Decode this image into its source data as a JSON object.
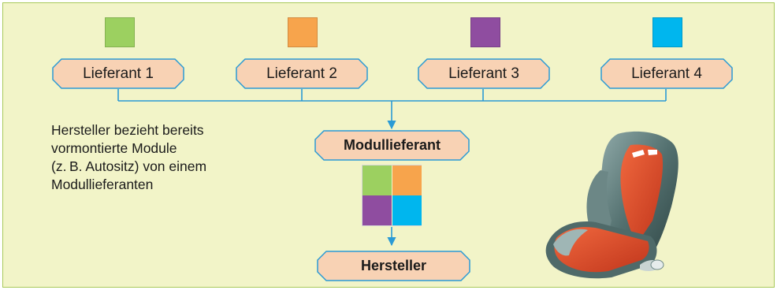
{
  "colors": {
    "background": "#f2f4c8",
    "node_fill": "#f8d2b4",
    "node_border": "#2a9ad5",
    "connector": "#2a9ad5",
    "module_1": "#9cd060",
    "module_2": "#f7a44c",
    "module_3": "#8f4da0",
    "module_4": "#00b6ee"
  },
  "suppliers": [
    {
      "label": "Lieferant 1",
      "color": "#9cd060"
    },
    {
      "label": "Lieferant 2",
      "color": "#f7a44c"
    },
    {
      "label": "Lieferant 3",
      "color": "#8f4da0"
    },
    {
      "label": "Lieferant 4",
      "color": "#00b6ee"
    }
  ],
  "module_supplier": {
    "label": "Modullieferant"
  },
  "manufacturer": {
    "label": "Hersteller"
  },
  "description": {
    "lines": [
      "Hersteller bezieht bereits",
      "vormontierte Module",
      "(z. B. Autositz) von einem",
      "Modullieferanten"
    ]
  },
  "illustration": {
    "icon": "car-seat-icon"
  }
}
